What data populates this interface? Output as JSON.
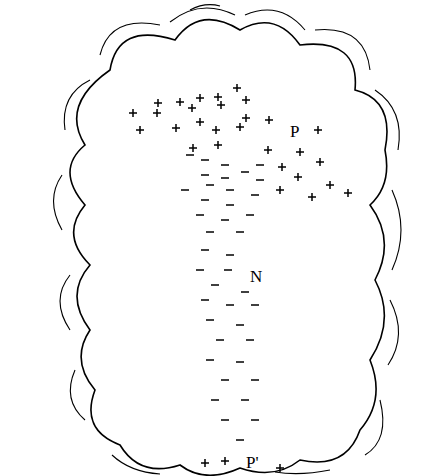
{
  "diagram": {
    "labels": [
      "P",
      "N",
      "P'"
    ]
  }
}
